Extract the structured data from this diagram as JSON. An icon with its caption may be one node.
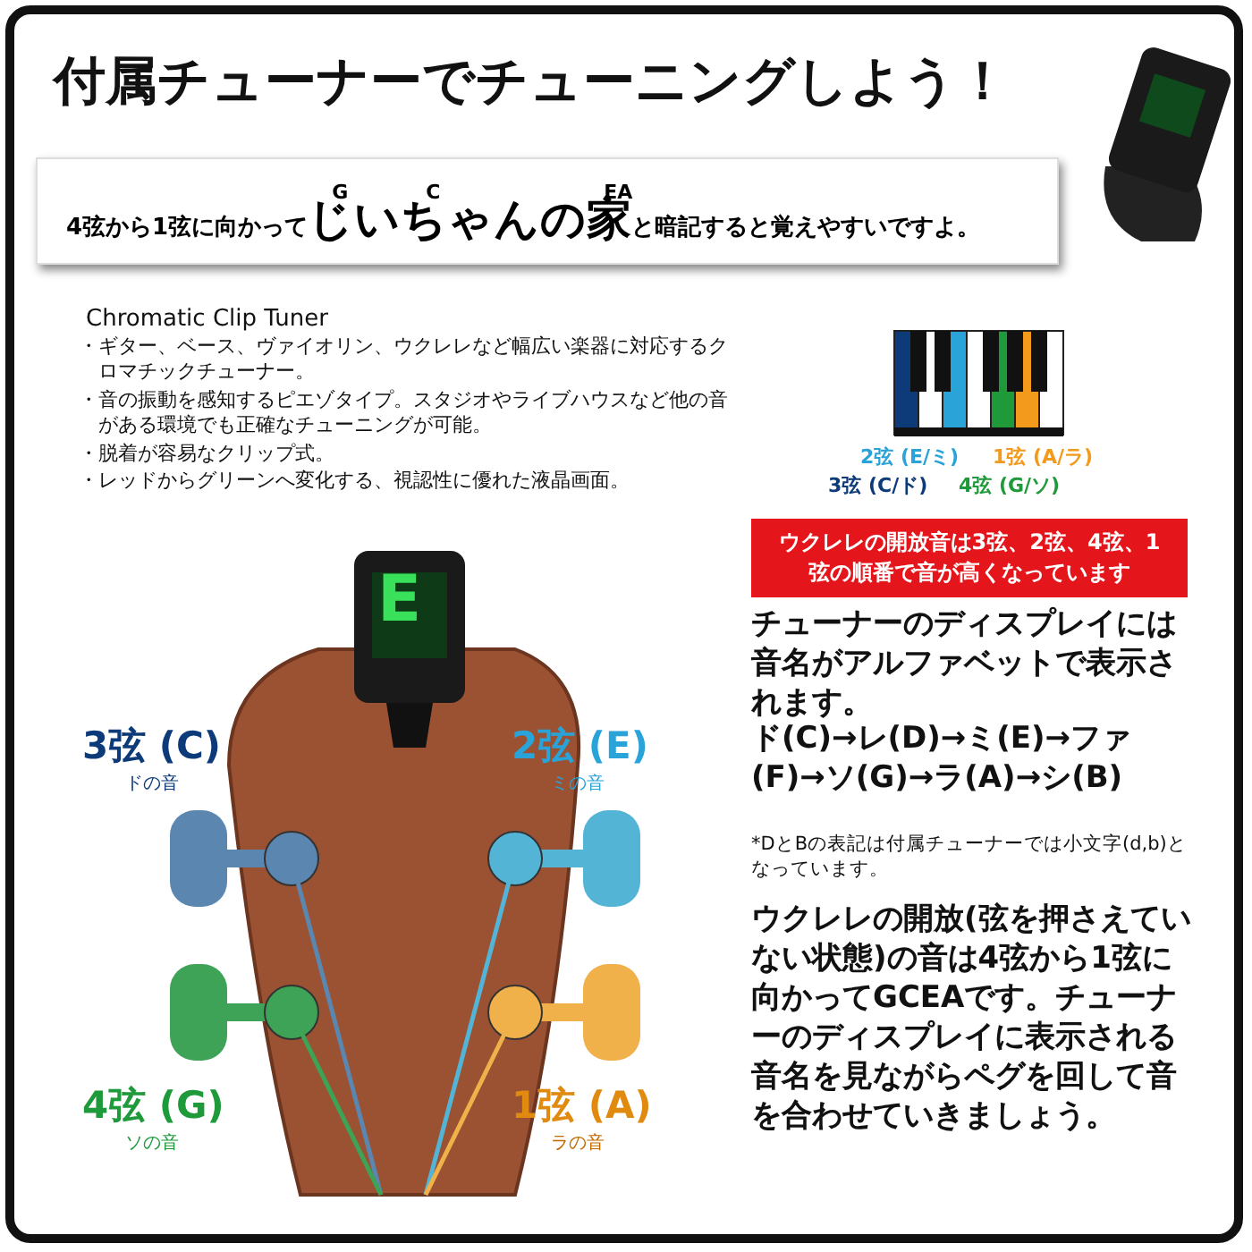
{
  "diagram": {
    "title": "付属チューナーでチューニングしよう！",
    "nodes": [
      {
        "text": [
          "4弦から1弦に向かって**じいちゃんの家**と暗記すると覚えやすいですよ。"
        ]
      },
      {
        "text": [
          "ウクレレの開放音は3弦、2弦、4弦、1弦の順番で音が高くなっています"
        ]
      }
    ],
    "labels": [
      "G",
      "C",
      "EA",
      "Chromatic Clip Tuner",
      "・ギター、ベース、ヴァイオリン、ウクレレなど幅広い楽器に対応するクロマチックチューナー。",
      "・音の振動を感知するピエゾタイプ。スタジオやライブハウスなど他の音がある環境でも正確なチューニングが可能。",
      "・脱着が容易なクリップ式。",
      "・レッドからグリーンへ変化する、視認性に優れた液晶画面。",
      "2弦 (E/ミ)",
      "1弦 (A/ラ)",
      "3弦 (C/ド)",
      "4弦 (G/ソ)",
      "E",
      "3弦 (C)",
      "ドの音",
      "2弦 (E)",
      "ミの音",
      "4弦 (G)",
      "ソの音",
      "1弦 (A)",
      "ラの音",
      "チューナーのディスプレイには音名がアルファベットで表示されます。",
      "ド(C)→レ(D)→ミ(E)→ファ(F)→ソ(G)→ラ(A)→シ(B)",
      "*DとBの表記は付属チューナーでは小文字(d,b)となっています。",
      "ウクレレの開放(弦を押さえていない状態)の音は4弦から1弦に向かってGCEAです。チューナーのディスプレイに表示される音名を見ながらペグを回して音を合わせていきましょう。"
    ]
  }
}
